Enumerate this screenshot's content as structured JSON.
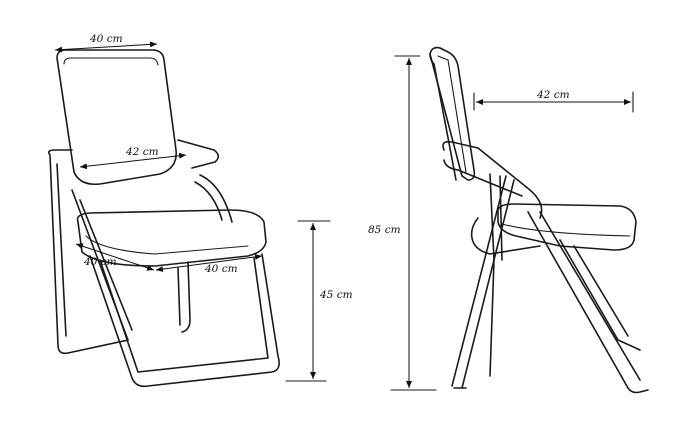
{
  "dimensions": {
    "front_back_width": "40 cm",
    "front_back_depth": "42 cm",
    "front_seat_width_left": "40 cm",
    "front_seat_width_right": "40 cm",
    "front_seat_height": "45 cm",
    "side_total_height": "85 cm",
    "side_depth": "42 cm"
  }
}
